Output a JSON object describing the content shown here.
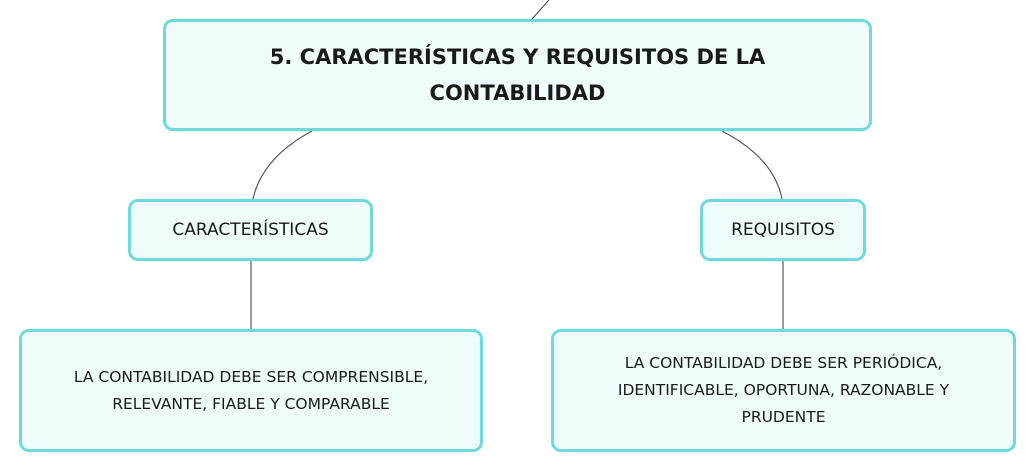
{
  "diagram": {
    "root": {
      "label": "5. CARACTERÍSTICAS Y REQUISITOS DE LA CONTABILIDAD"
    },
    "branches": [
      {
        "label": "CARACTERÍSTICAS",
        "detail": "LA CONTABILIDAD DEBE SER COMPRENSIBLE, RELEVANTE, FIABLE Y COMPARABLE"
      },
      {
        "label": "REQUISITOS",
        "detail": "LA CONTABILIDAD DEBE SER PERIÓDICA, IDENTIFICABLE, OPORTUNA, RAZONABLE Y PRUDENTE"
      }
    ],
    "colors": {
      "node_fill": "#eefcfb",
      "node_border": "#6fd9dc",
      "connector": "#555555",
      "text": "#1a1a1a"
    }
  }
}
